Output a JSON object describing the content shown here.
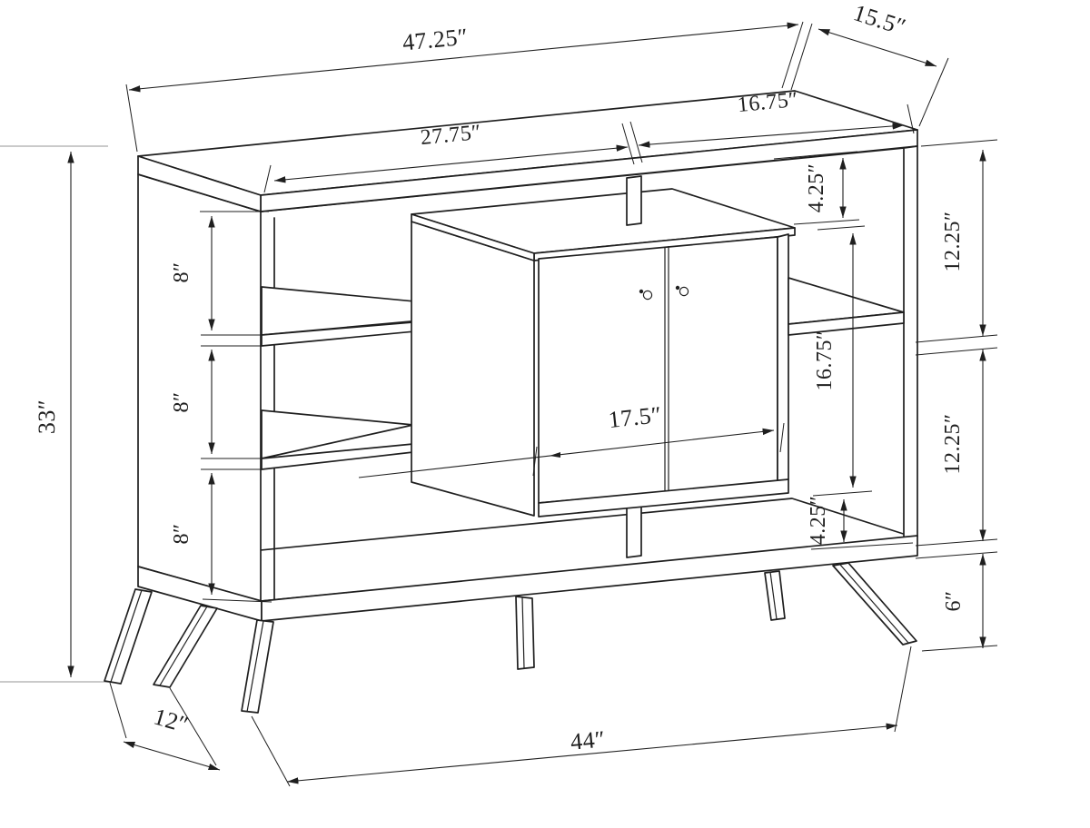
{
  "drawing": {
    "type": "furniture-dimension-diagram",
    "subject": "open shelving console with two-door cabinet on splayed legs",
    "colors": {
      "background": "#ffffff",
      "line": "#1f1f1f",
      "witness": "#b9b9b9"
    },
    "dims": {
      "top_width": "47.25″",
      "top_depth": "15.5″",
      "top_left_section": "27.75″",
      "top_right_section": "16.75″",
      "overall_height": "33″",
      "shelf_gap_upper": "8″",
      "shelf_gap_middle": "8″",
      "shelf_gap_lower": "8″",
      "right_top_clearance": "4.25″",
      "right_upper_section": "12.25″",
      "cabinet_interior_height": "16.75″",
      "right_lower_section": "12.25″",
      "right_bottom_clearance": "4.25″",
      "leg_height": "6″",
      "cabinet_width": "17.5″",
      "base_width": "44″",
      "leg_spread_depth": "12″"
    }
  }
}
